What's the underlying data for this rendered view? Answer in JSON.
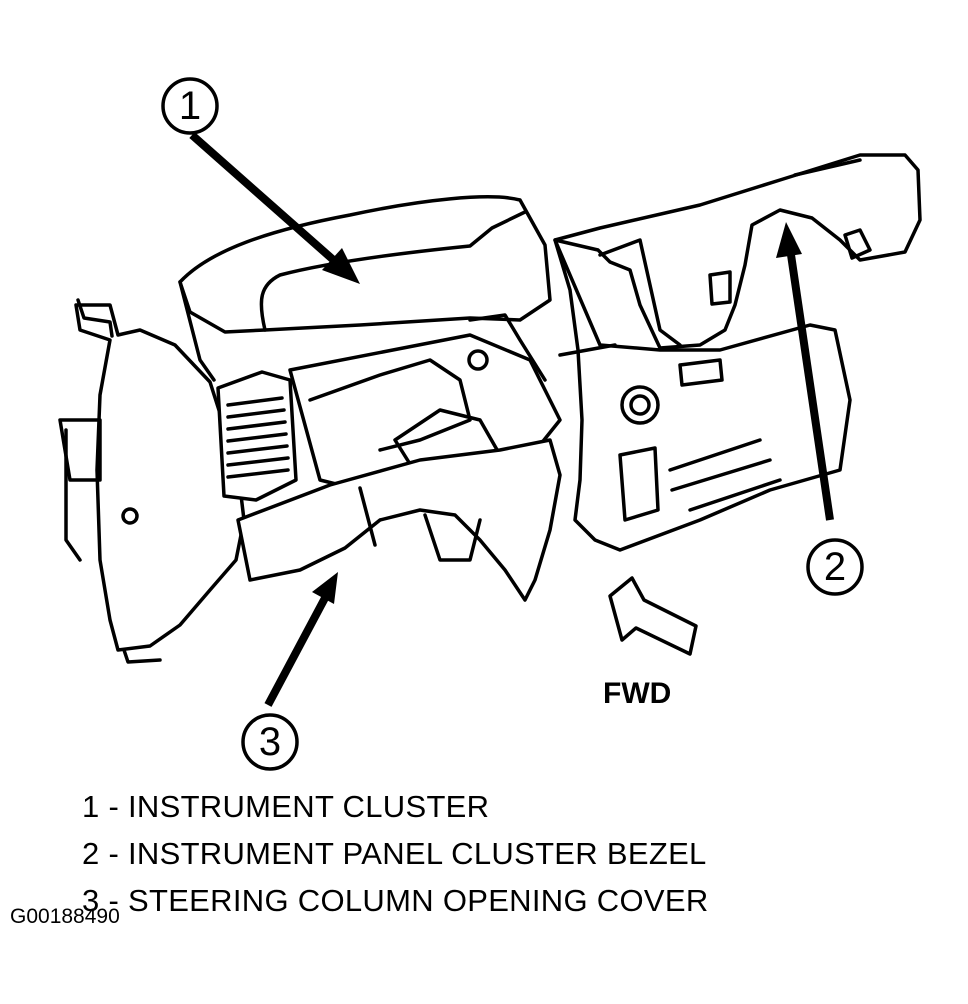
{
  "callouts": [
    {
      "number": "1"
    },
    {
      "number": "2"
    },
    {
      "number": "3"
    }
  ],
  "direction_label": "FWD",
  "legend": [
    {
      "text": "1 - INSTRUMENT CLUSTER"
    },
    {
      "text": "2 - INSTRUMENT PANEL CLUSTER BEZEL"
    },
    {
      "text": "3 - STEERING COLUMN OPENING COVER"
    }
  ],
  "figure_id": "G00188490"
}
